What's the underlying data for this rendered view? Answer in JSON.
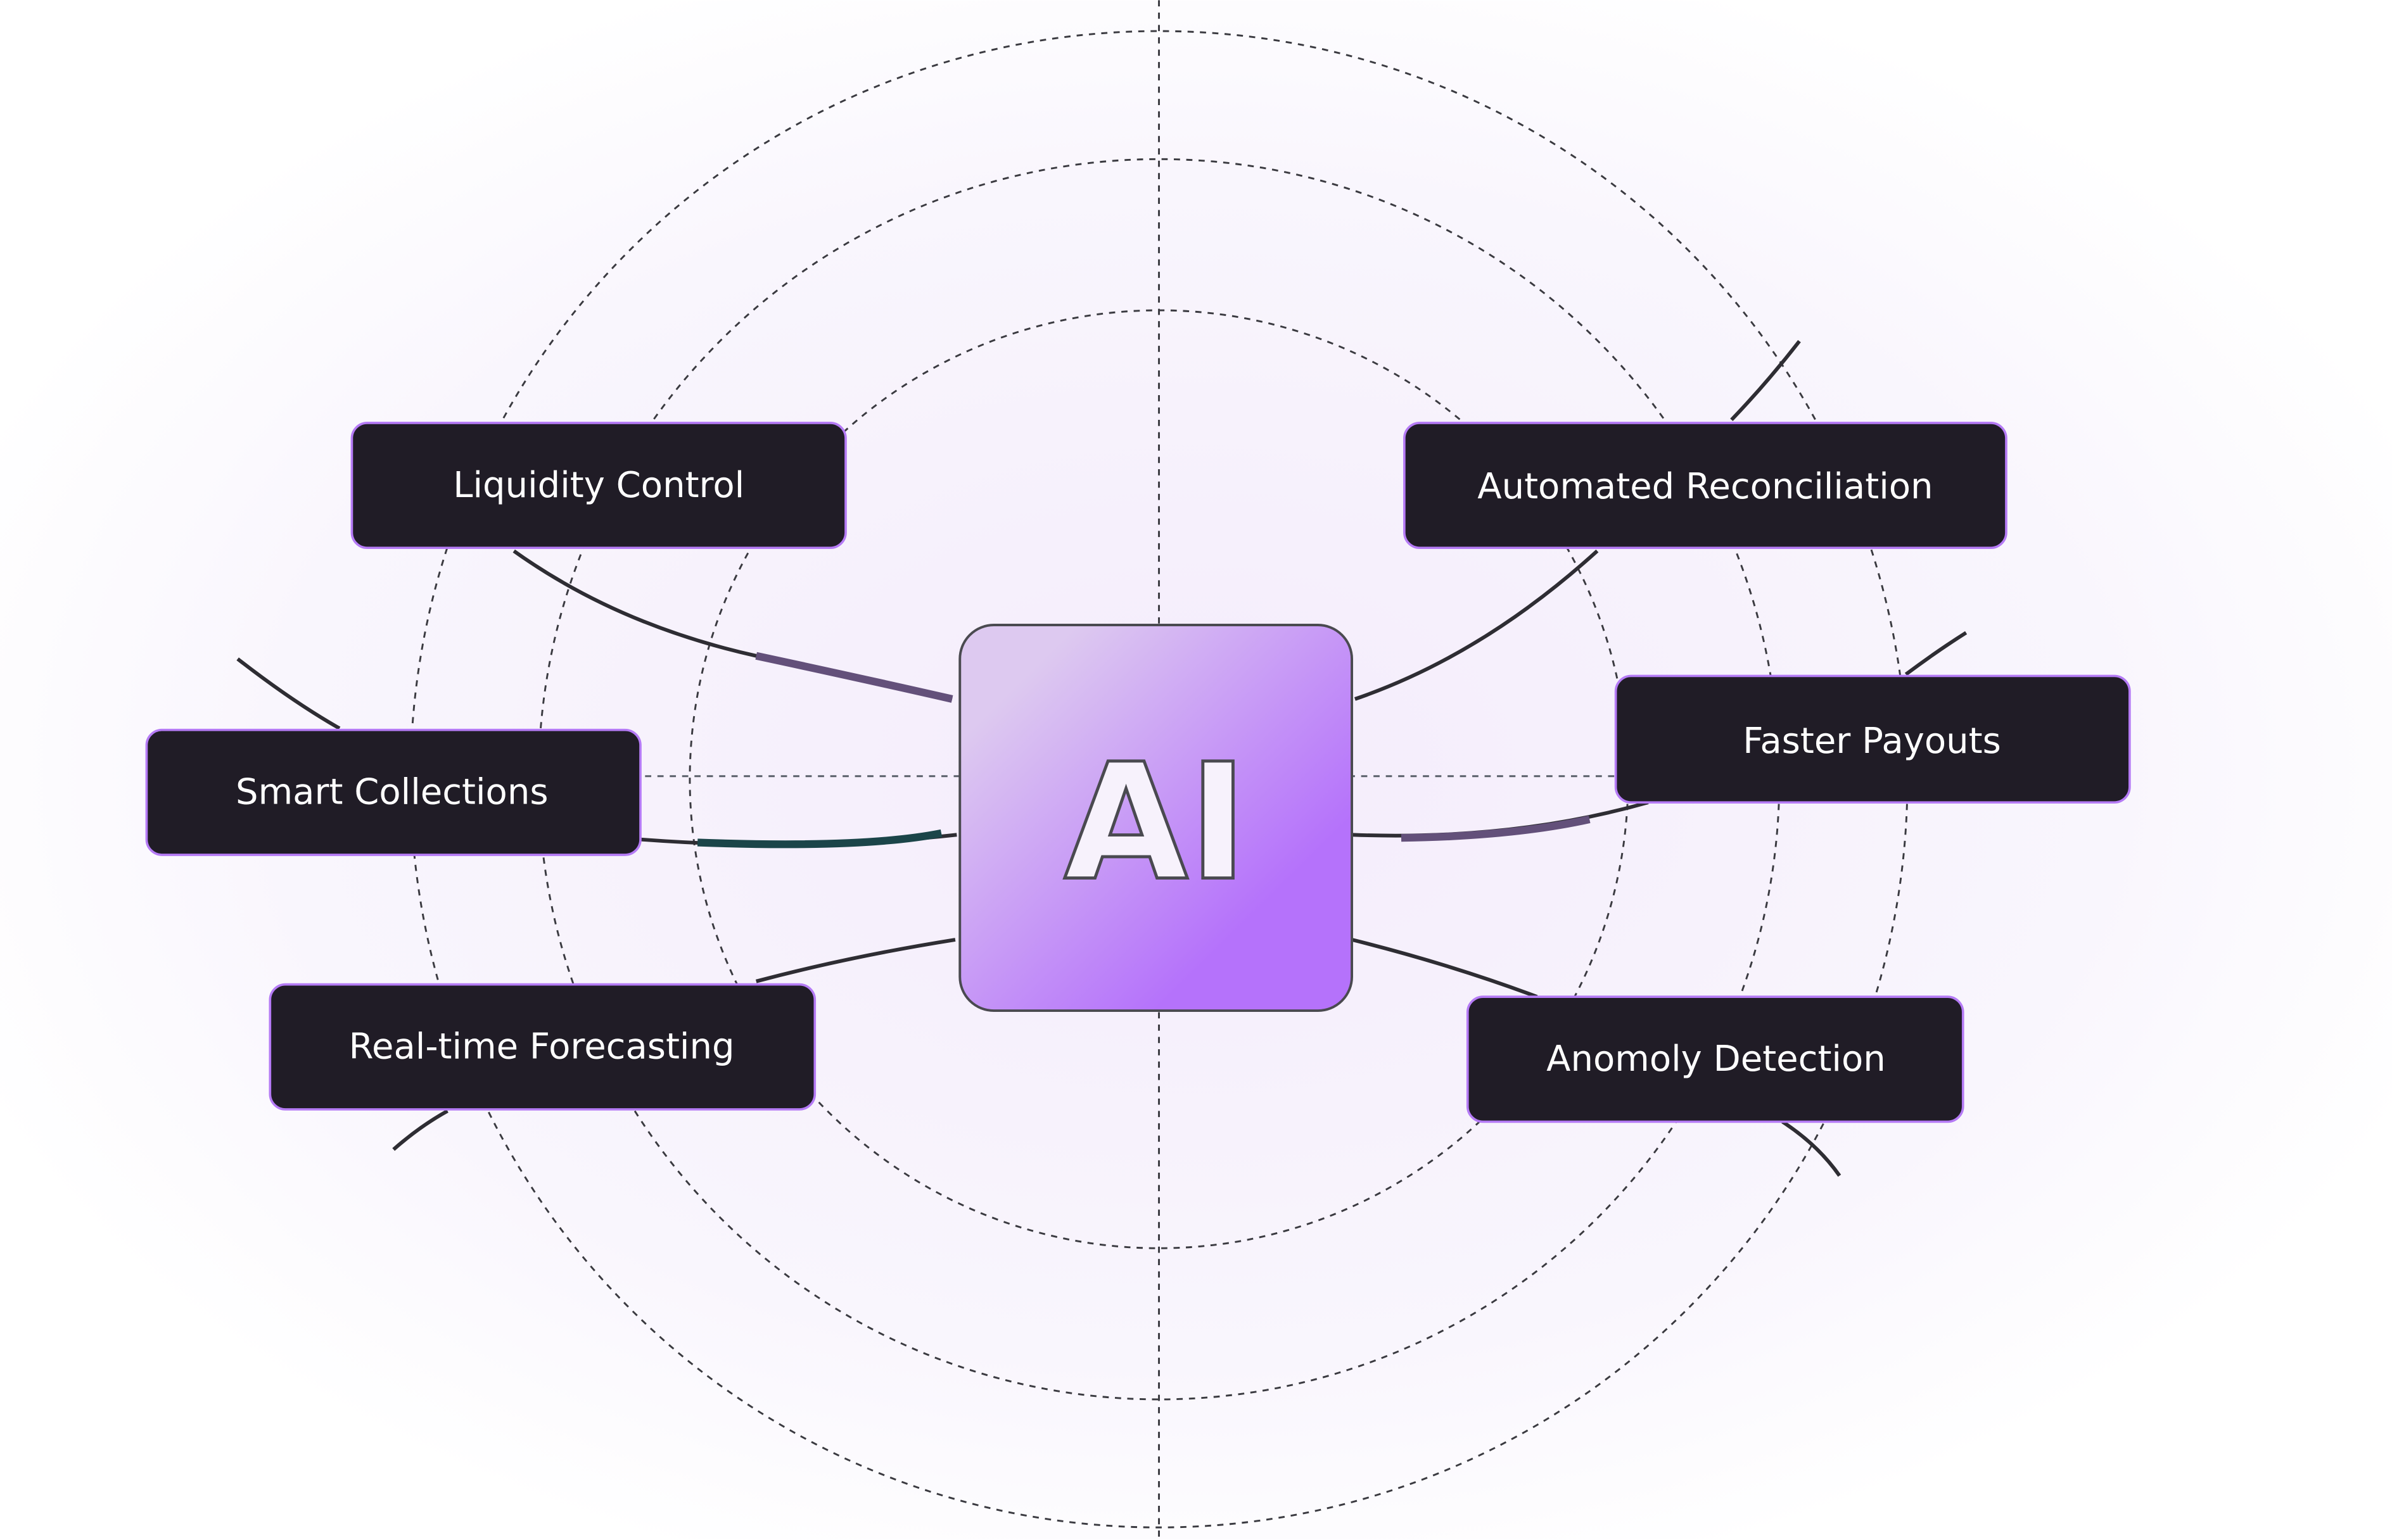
{
  "center": {
    "label": "AI"
  },
  "nodes": [
    {
      "label": "Liquidity Control"
    },
    {
      "label": "Automated Reconciliation"
    },
    {
      "label": "Smart Collections"
    },
    {
      "label": "Faster Payouts"
    },
    {
      "label": "Real-time Forecasting"
    },
    {
      "label": "Anomoly Detection"
    }
  ],
  "colors": {
    "node_fill": "#201c26",
    "node_border": "#b57bf5",
    "center_gradient_start": "#ddc9f0",
    "center_gradient_end": "#b572fb",
    "connector": "#2e2d33",
    "accent_purple": "#63507a",
    "accent_teal": "#1b4549"
  }
}
